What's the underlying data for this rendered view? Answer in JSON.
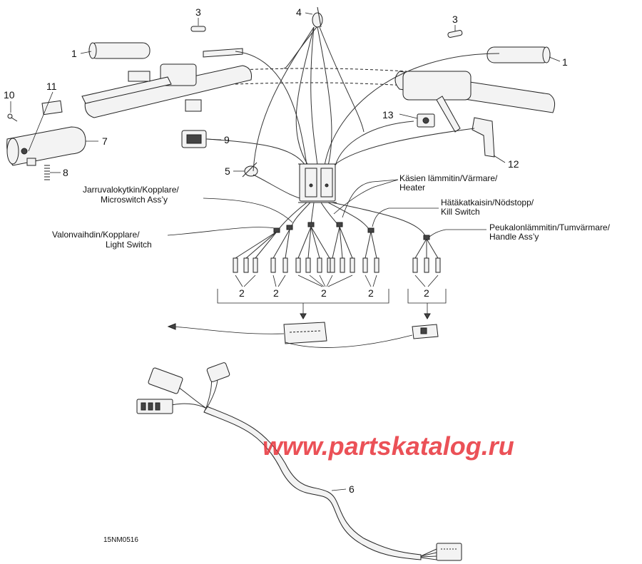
{
  "diagram": {
    "callouts": {
      "c1_left": "1",
      "c1_right": "1",
      "c2_a": "2",
      "c2_b": "2",
      "c2_c": "2",
      "c2_d": "2",
      "c2_e": "2",
      "c3_left": "3",
      "c3_right": "3",
      "c4": "4",
      "c5": "5",
      "c6": "6",
      "c7": "7",
      "c8": "8",
      "c9": "9",
      "c10": "10",
      "c11": "11",
      "c12": "12",
      "c13": "13"
    },
    "labels": {
      "brake_switch_l1": "Jarruvalokytkin/Kopplare/",
      "brake_switch_l2": "Microswitch Ass’y",
      "light_switch_l1": "Valonvaihdin/Kopplare/",
      "light_switch_l2": "Light Switch",
      "heater_l1": "Käsien lämmitin/Värmare/",
      "heater_l2": "Heater",
      "kill_switch_l1": "Hätäkatkaisin/Nödstopp/",
      "kill_switch_l2": "Kill Switch",
      "thumb_heater_l1": "Peukalonlämmitin/Tumvärmare/",
      "thumb_heater_l2": "Handle Ass’y"
    },
    "drawing_code": "15NM0516",
    "watermark": "www.partskatalog.ru"
  }
}
